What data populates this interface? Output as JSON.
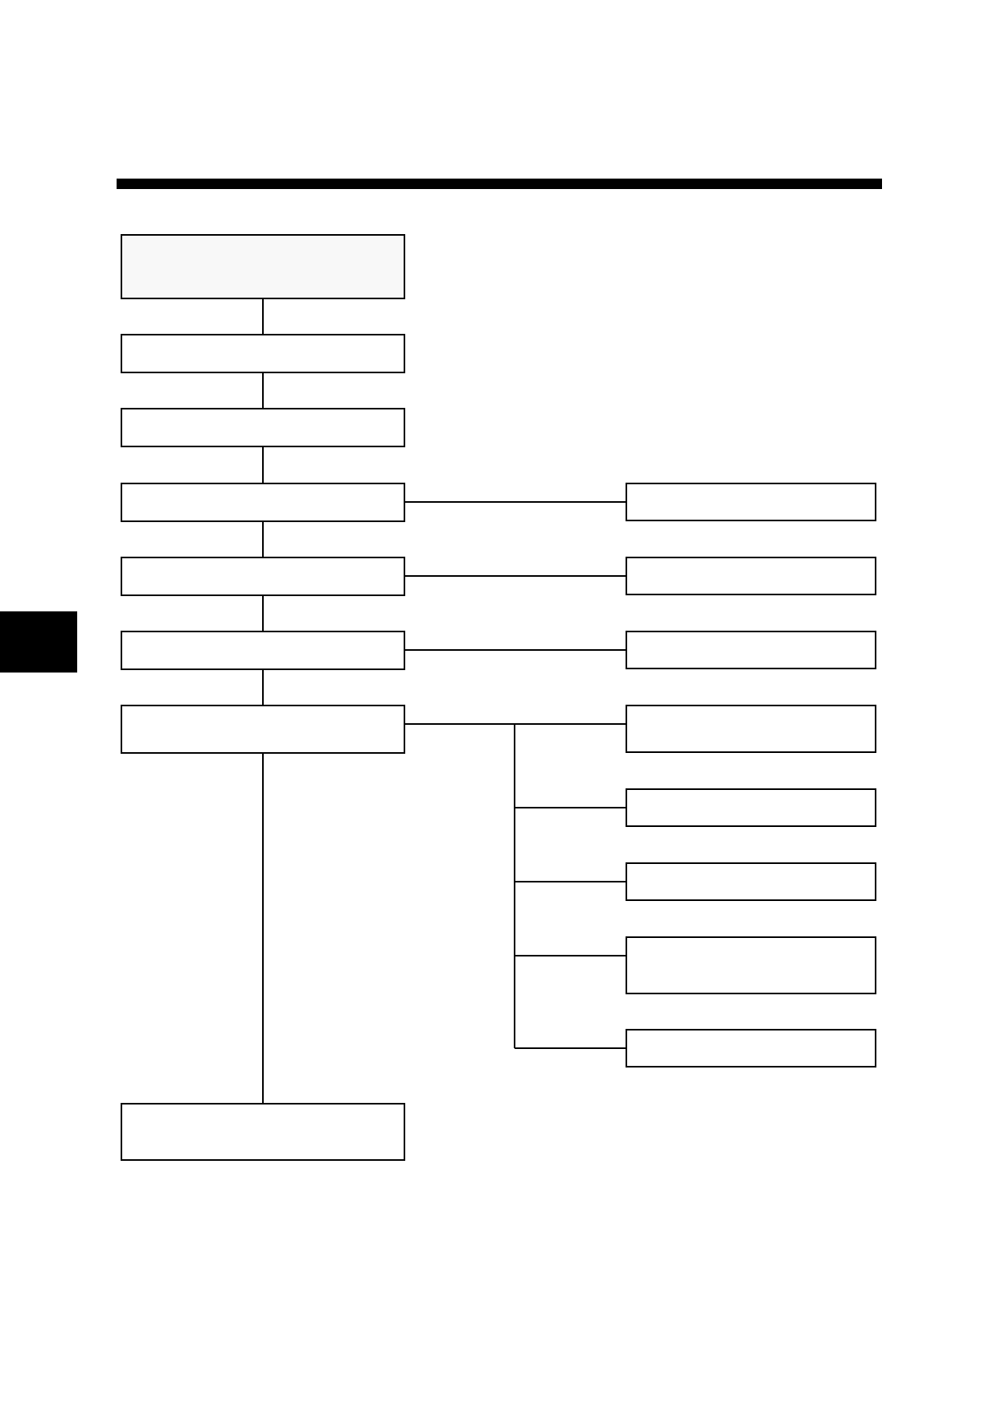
{
  "colors": {
    "ink": "#000000",
    "paper": "#ffffff",
    "header_box_fill": "#f8f8f8"
  },
  "nodes": [
    {
      "id": "n1",
      "label": ""
    },
    {
      "id": "n2",
      "label": ""
    },
    {
      "id": "n3",
      "label": ""
    },
    {
      "id": "n4",
      "label": ""
    },
    {
      "id": "n5",
      "label": ""
    },
    {
      "id": "n6",
      "label": ""
    },
    {
      "id": "n7",
      "label": ""
    },
    {
      "id": "n8",
      "label": ""
    },
    {
      "id": "r1",
      "label": ""
    },
    {
      "id": "r2",
      "label": ""
    },
    {
      "id": "r3",
      "label": ""
    },
    {
      "id": "r4",
      "label": ""
    },
    {
      "id": "r5",
      "label": ""
    },
    {
      "id": "r6",
      "label": ""
    },
    {
      "id": "r7",
      "label": ""
    },
    {
      "id": "r8",
      "label": ""
    }
  ],
  "edges": [
    {
      "from": "n1",
      "to": "n2"
    },
    {
      "from": "n2",
      "to": "n3"
    },
    {
      "from": "n3",
      "to": "n4"
    },
    {
      "from": "n4",
      "to": "n5"
    },
    {
      "from": "n5",
      "to": "n6"
    },
    {
      "from": "n6",
      "to": "n7"
    },
    {
      "from": "n7",
      "to": "n8"
    },
    {
      "from": "n4",
      "to": "r1"
    },
    {
      "from": "n5",
      "to": "r2"
    },
    {
      "from": "n6",
      "to": "r3"
    },
    {
      "from": "n7",
      "to": "r4"
    },
    {
      "from": "n7",
      "to": "r5"
    },
    {
      "from": "n7",
      "to": "r6"
    },
    {
      "from": "n7",
      "to": "r7"
    },
    {
      "from": "n7",
      "to": "r8"
    }
  ]
}
